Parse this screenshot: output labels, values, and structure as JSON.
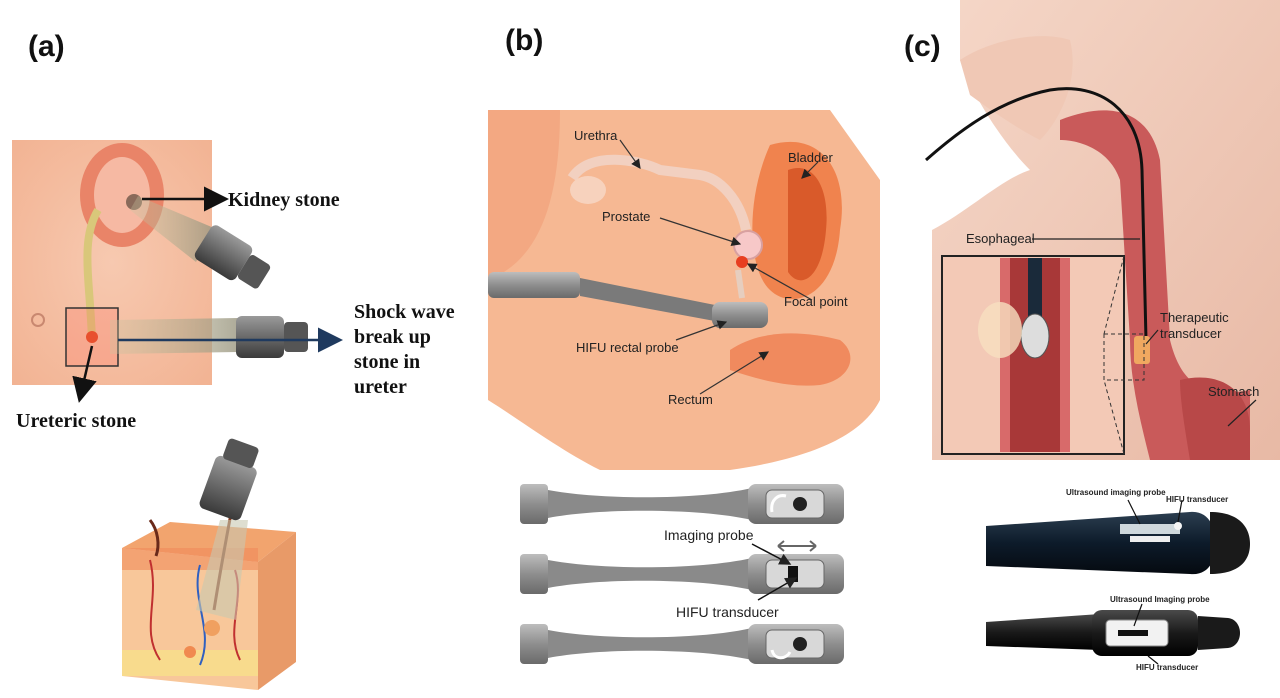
{
  "panels": {
    "a": {
      "label": "(a)",
      "kidney_stone": "Kidney stone",
      "shock_wave_lines": [
        "Shock wave",
        "break up",
        "stone in",
        "ureter"
      ],
      "ureteric_stone": "Ureteric stone"
    },
    "b": {
      "label": "(b)",
      "urethra": "Urethra",
      "bladder": "Bladder",
      "prostate": "Prostate",
      "focal_point": "Focal point",
      "hifu_rectal_probe": "HIFU rectal probe",
      "rectum": "Rectum",
      "imaging_probe": "Imaging probe",
      "hifu_transducer": "HIFU transducer"
    },
    "c": {
      "label": "(c)",
      "esophageal": "Esophageal",
      "therapeutic_transducer_lines": [
        "Therapeutic",
        "transducer"
      ],
      "stomach": "Stomach",
      "ultrasound_imaging_probe_1": "Ultrasound imaging probe",
      "hifu_transducer_1": "HIFU transducer",
      "ultrasound_imaging_probe_2": "Ultrasound Imaging probe",
      "hifu_transducer_2": "HIFU transducer"
    }
  }
}
